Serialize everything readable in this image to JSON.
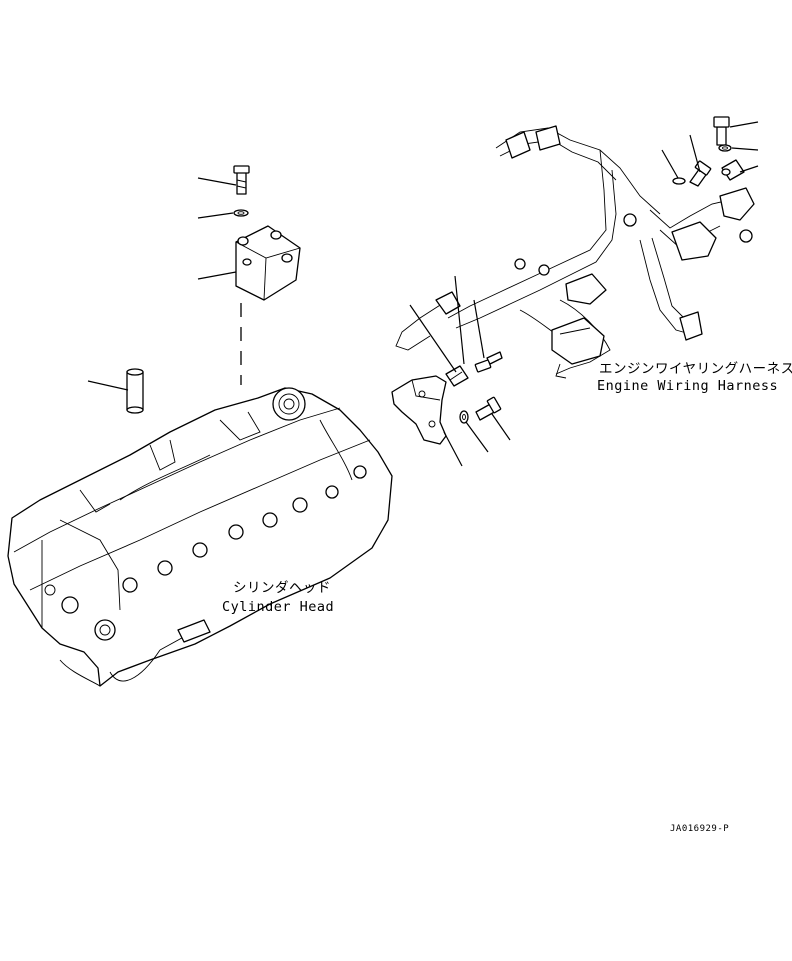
{
  "labels": {
    "harness_jp": "エンジンワイヤリングハーネス",
    "harness_en": "Engine Wiring Harness",
    "head_jp": "シリンダヘッド",
    "head_en": "Cylinder Head",
    "drawing_code": "JA016929-P"
  },
  "colors": {
    "line": "#000000",
    "background": "#ffffff"
  }
}
